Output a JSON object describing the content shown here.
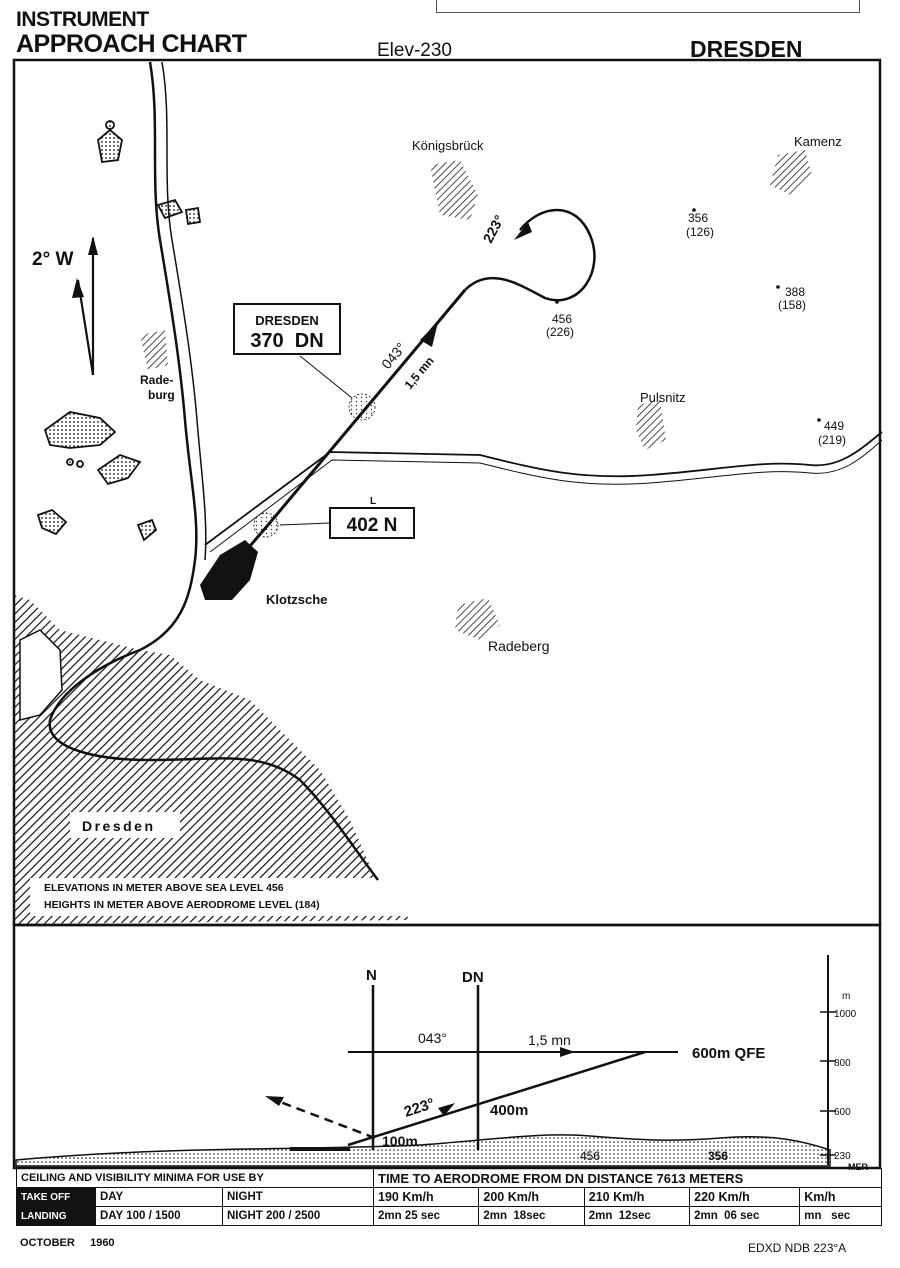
{
  "header": {
    "title_line1": "INSTRUMENT",
    "title_line2": "APPROACH CHART",
    "elevation": "Elev-230",
    "airport": "DRESDEN"
  },
  "map": {
    "magnetic_variation": "2° W",
    "places": {
      "koenigsbrueck": "Königsbrück",
      "kamenz": "Kamenz",
      "radeburg_1": "Rade-",
      "radeburg_2": "burg",
      "pulsnitz": "Pulsnitz",
      "klotzsche": "Klotzsche",
      "radeberg": "Radeberg",
      "dresden_city": "Dresden"
    },
    "spot_heights": [
      {
        "elev": "356",
        "height": "(126)"
      },
      {
        "elev": "388",
        "height": "(158)"
      },
      {
        "elev": "456",
        "height": "(226)"
      },
      {
        "elev": "449",
        "height": "(219)"
      }
    ],
    "ndb_dn": {
      "name": "DRESDEN",
      "ident": "370  DN"
    },
    "ndb_n": {
      "marker": "L",
      "ident": "402 N"
    },
    "outbound_course": "043°",
    "outbound_distance": "1,5 mn",
    "inbound_course": "223°",
    "note_line1": "ELEVATIONS IN METER ABOVE SEA LEVEL 456",
    "note_line2": "HEIGHTS IN METER ABOVE AERODROME LEVEL (184)"
  },
  "profile": {
    "beacon_n": "N",
    "beacon_dn": "DN",
    "course_out": "043°",
    "distance": "1,5 mn",
    "level_label": "600m QFE",
    "course_in": "223°",
    "alt_400": "400m",
    "alt_100": "100m",
    "terrain_1": "456",
    "terrain_2": "356",
    "scale_unit": "m",
    "scale_ticks": [
      "1000",
      "800",
      "600",
      "230"
    ],
    "scale_base": "MER"
  },
  "minima": {
    "header": "CEILING AND VISIBILITY MINIMA FOR USE BY",
    "time_header": "TIME TO AERODROME FROM DN DISTANCE 7613 METERS",
    "take_off": "TAKE OFF",
    "day": "DAY",
    "night": "NIGHT",
    "landing": "LANDING",
    "landing_day": "DAY 100 / 1500",
    "landing_night": "NIGHT 200 / 2500",
    "speeds": [
      "190 Km/h",
      "200 Km/h",
      "210 Km/h",
      "220 Km/h",
      "Km/h"
    ],
    "times": [
      "2mn 25 sec",
      "2mn  18sec",
      "2mn  12sec",
      "2mn  06 sec",
      "mn   sec"
    ]
  },
  "footer": {
    "date": "OCTOBER     1960",
    "code": "EDXD NDB 223°A"
  }
}
